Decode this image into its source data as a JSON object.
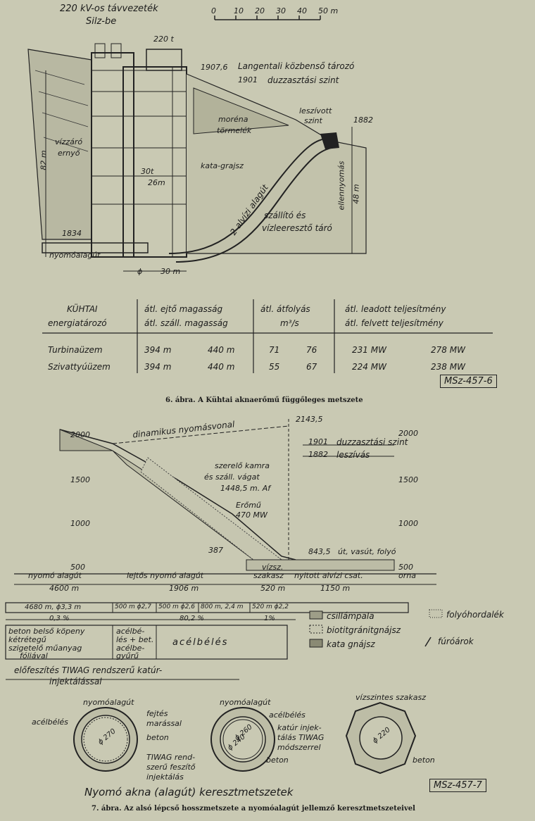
{
  "fig6": {
    "top_line_label": "220 kV-os távvezeték",
    "top_line_sub": "Silz-be",
    "load_label": "220 t",
    "scale_ticks": [
      "0",
      "10",
      "20",
      "30",
      "40",
      "50 m"
    ],
    "elev_1907": "1907,6",
    "reservoir_label": "Langentali közbenső tározó",
    "elev_1901": "1901",
    "dam_label": "duzzasztási szint",
    "drawdown_label": "leszívott",
    "drawdown_sub": "szint",
    "elev_1882": "1882",
    "moraine_label": "moréna",
    "debris_label": "törmelék",
    "gate_label": "vízzáró",
    "gate_sub": "ernyő",
    "height_82": "82 m",
    "weight_30": "30t",
    "width_26": "26m",
    "schist_label": "kata-grajsz",
    "tunnel_label": "2 alvízi alagút",
    "counter_label": "ellennyomás",
    "counter_val": "48 m",
    "transport_label": "szállító és",
    "transport_sub": "vízleeresztő táró",
    "elev_1834": "1834",
    "pressure_tunnel": "nyomóalagút",
    "diam_label": "ϕ",
    "dim_30": "30 m"
  },
  "table": {
    "col1_h1": "KÜHTAI",
    "col1_h2": "energiatározó",
    "col2_h1": "átl. ejtő magasság",
    "col2_h2": "átl. száll. magasság",
    "col3_h1": "átl. átfolyás",
    "col3_h2": "m³/s",
    "col4_h1": "átl. leadott teljesítmény",
    "col4_h2": "átl. felvett teljesítmény",
    "rows": [
      {
        "name": "Turbinaüzem",
        "a": "394 m",
        "b": "440 m",
        "c": "71",
        "d": "76",
        "e": "231 MW",
        "f": "278 MW"
      },
      {
        "name": "Szivattyúüzem",
        "a": "394 m",
        "b": "440 m",
        "c": "55",
        "d": "67",
        "e": "224 MW",
        "f": "238 MW"
      }
    ],
    "stamp": "MSz-457-6"
  },
  "caption6": "6. ábra. A Kühtai aknaerőmű függőleges metszete",
  "fig7": {
    "elev_2000_l": "2000",
    "elev_2000_r": "2000",
    "elev_1500_l": "1500",
    "elev_1500_r": "1500",
    "elev_1000_l": "1000",
    "elev_1000_r": "1000",
    "elev_500_l": "500",
    "elev_500_r": "500",
    "dynamic_line": "dinamikus nyomásvonal",
    "elev_2143": "2143,5",
    "elev_1901": "1901",
    "dam_level": "duzzasztási szint",
    "elev_1882": "1882",
    "drawdown": "leszívás",
    "chamber": "szerelő kamra",
    "chamber_sub": "és száll. vágat",
    "chamber_elev": "1448,5 m. Af",
    "plant": "Erőmű",
    "plant_mw": "470 MW",
    "elev_387": "387",
    "elev_8435": "843,5",
    "road": "út, vasút, folyó",
    "pressure_tunnel": "nyomó alagút",
    "inclined": "lejtős nyomó alagút",
    "horizontal": "vízsz.",
    "horizontal_sub": "szakasz",
    "open_tail": "nyitott alvízi csat.",
    "orna": "orna",
    "len_4600": "4600 m",
    "len_1906": "1906 m",
    "len_520": "520 m",
    "len_1150": "1150 m",
    "seg1": "4680 m, ϕ3,3 m",
    "seg2": "500 m ϕ2,7",
    "seg3": "500 m ϕ2,6",
    "seg4": "800 m, 2,4 m",
    "seg5": "520 m ϕ2,2",
    "slope1": "0,3 %",
    "slope2": "80,2 %",
    "slope3": "1%",
    "lining1": "beton belső köpeny",
    "lining1b": "kétrétegű",
    "lining1c": "szigetelő műanyag",
    "lining1d": "fóliával",
    "lining2": "acélbé-",
    "lining2b": "lés + bet.",
    "lining2c": "acélbe-",
    "lining2d": "gyűrű",
    "lining3": "acélbélés",
    "prestress": "előfeszítés TIWAG rendszerű katúr-",
    "prestress_b": "injektálással",
    "legend_1": "csillámpala",
    "legend_2": "biotitgránitgnájsz",
    "legend_3": "kata gnájsz",
    "legend_4": "folyóhordalék",
    "legend_5": "fúróárok"
  },
  "sections": {
    "s1_title": "nyomóalagút",
    "s1_d": "ϕ 270",
    "s1_lbl_a": "acélbélés",
    "s1_lbl_b": "fejtés",
    "s1_lbl_c": "marással",
    "s1_lbl_d": "beton",
    "s1_lbl_e": "TIWAG rend-",
    "s1_lbl_f": "szerű feszítő",
    "s1_lbl_g": "injektálás",
    "s2_title": "nyomóalagút",
    "s2_d1": "ϕ 260",
    "s2_d2": "ϕ 240",
    "s2_lbl_a": "acélbélés",
    "s2_lbl_b": "katúr injek-",
    "s2_lbl_c": "tálás TIWAG",
    "s2_lbl_d": "módszerrel",
    "s2_lbl_e": "beton",
    "s3_title": "vízszintes szakasz",
    "s3_d": "ϕ 220",
    "s3_lbl": "beton",
    "main_title": "Nyomó akna (alagút) keresztmetszetek",
    "stamp": "MSz-457-7"
  },
  "caption7": "7. ábra. Az alsó lépcső hosszmetszete a nyomóalagút jellemző keresztmetszeteivel"
}
